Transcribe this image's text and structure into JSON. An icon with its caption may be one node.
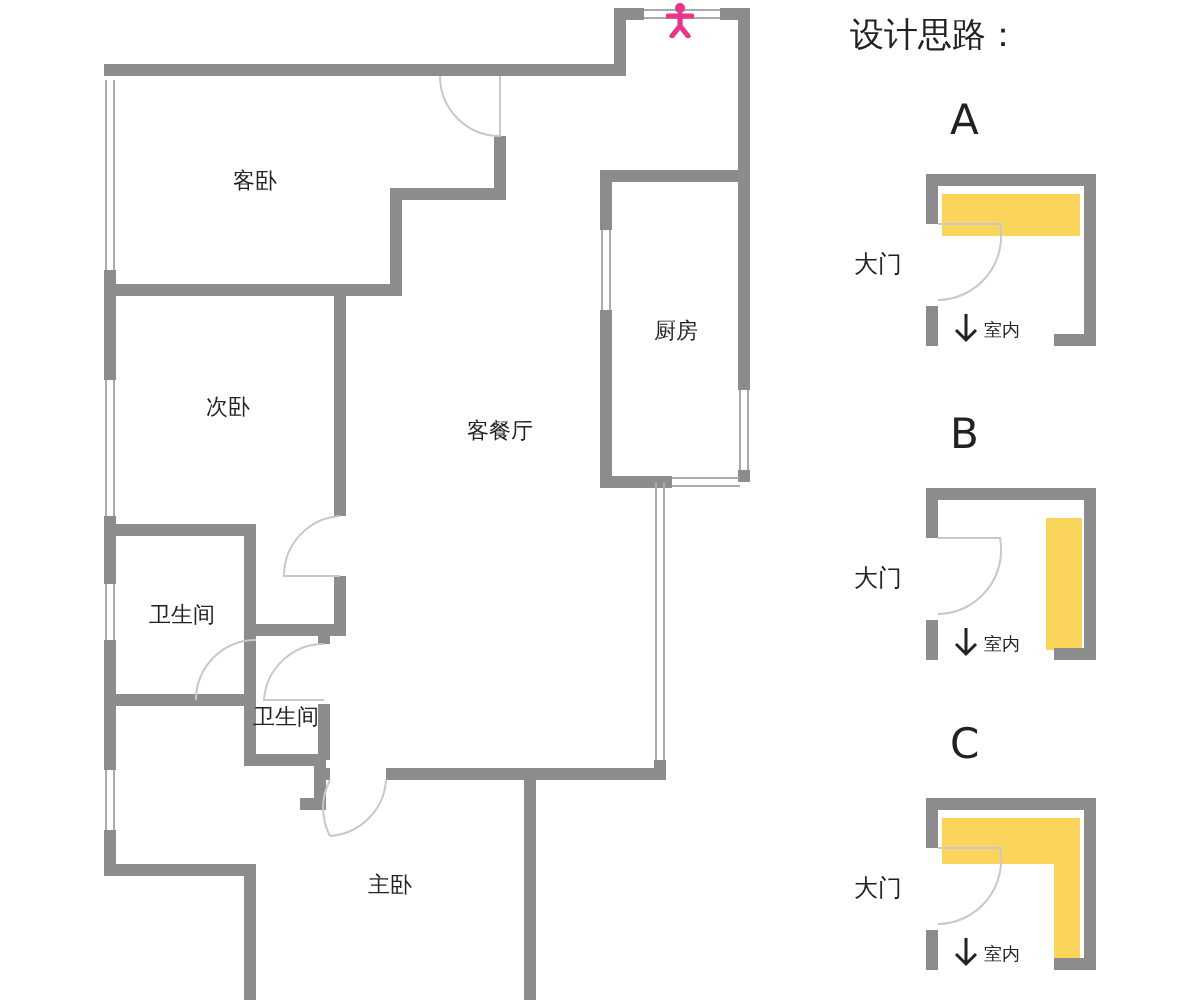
{
  "diagram": {
    "title": "设计思路：",
    "nodes": [
      {
        "text": [
          "客卧"
        ]
      },
      {
        "text": [
          "厨房"
        ]
      },
      {
        "text": [
          "次卧"
        ]
      },
      {
        "text": [
          "客餐厅"
        ]
      },
      {
        "text": [
          "卫生间"
        ]
      },
      {
        "text": [
          "卫生间"
        ]
      },
      {
        "text": [
          "主卧"
        ]
      },
      {
        "text": [
          "A",
          "大门",
          "室内"
        ]
      },
      {
        "text": [
          "B",
          "大门",
          "室内"
        ]
      },
      {
        "text": [
          "C",
          "大门",
          "室内"
        ]
      }
    ],
    "edges": []
  }
}
